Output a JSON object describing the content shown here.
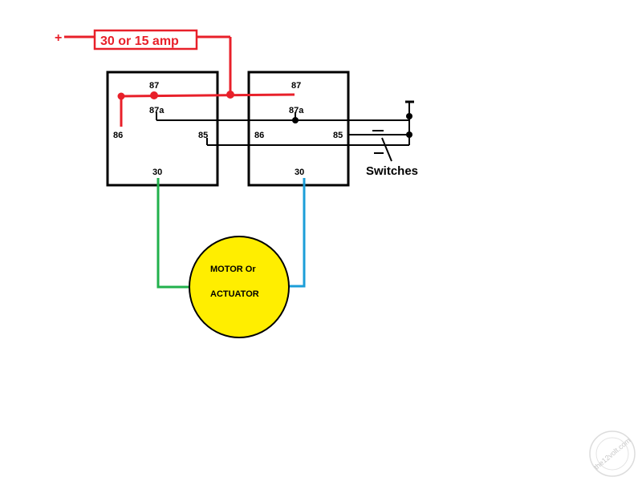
{
  "fuse": {
    "plus_sign": "+",
    "label": "30 or 15 amp"
  },
  "relay_left": {
    "pin_87": "87",
    "pin_87a": "87a",
    "pin_86": "86",
    "pin_85": "85",
    "pin_30": "30"
  },
  "relay_right": {
    "pin_87": "87",
    "pin_87a": "87a",
    "pin_86": "86",
    "pin_85": "85",
    "pin_30": "30"
  },
  "switches": {
    "label": "Switches"
  },
  "motor": {
    "line1": "MOTOR Or",
    "line2": "ACTUATOR"
  },
  "watermark": {
    "text": "the12volt.com"
  },
  "colors": {
    "power_wire": "#e8202a",
    "control_wire": "#000000",
    "motor_left_wire": "#22b14c",
    "motor_right_wire": "#1c9ed8",
    "motor_fill": "#ffee00"
  }
}
